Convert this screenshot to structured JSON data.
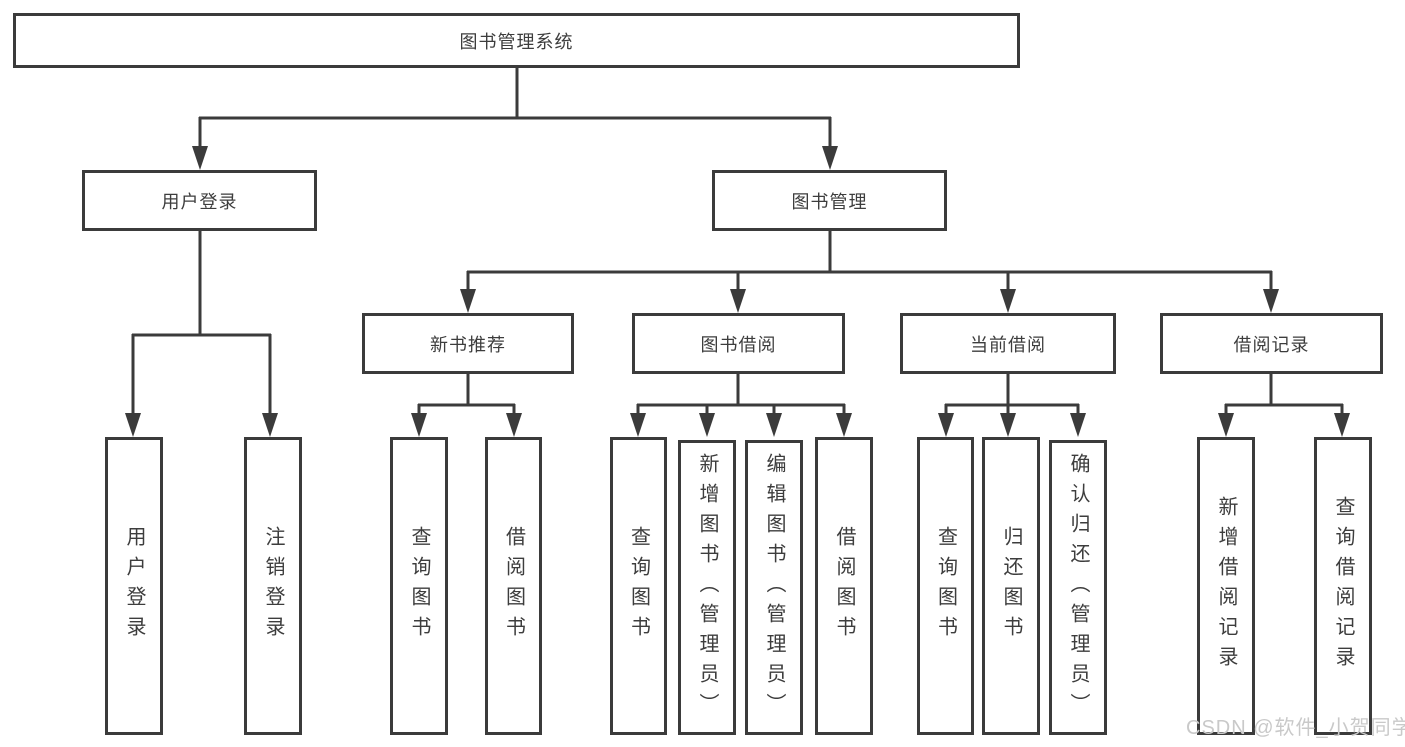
{
  "diagram": {
    "root_label": "图书管理系统",
    "branches": [
      {
        "label": "用户登录",
        "children": [
          "用户登录",
          "注销登录"
        ]
      },
      {
        "label": "图书管理",
        "children": [
          {
            "label": "新书推荐",
            "children": [
              "查询图书",
              "借阅图书"
            ]
          },
          {
            "label": "图书借阅",
            "children": [
              "查询图书",
              "新增图书（管理员）",
              "编辑图书（管理员）",
              "借阅图书"
            ]
          },
          {
            "label": "当前借阅",
            "children": [
              "查询图书",
              "归还图书",
              "确认归还（管理员）"
            ]
          },
          {
            "label": "借阅记录",
            "children": [
              "新增借阅记录",
              "查询借阅记录"
            ]
          }
        ]
      }
    ]
  },
  "watermark": "CSDN @软件_小贺同学",
  "colors": {
    "line": "#3b3b3b",
    "text": "#3d3d3d",
    "box_fill": "#ffffff",
    "watermark": "#c9c9c9"
  }
}
